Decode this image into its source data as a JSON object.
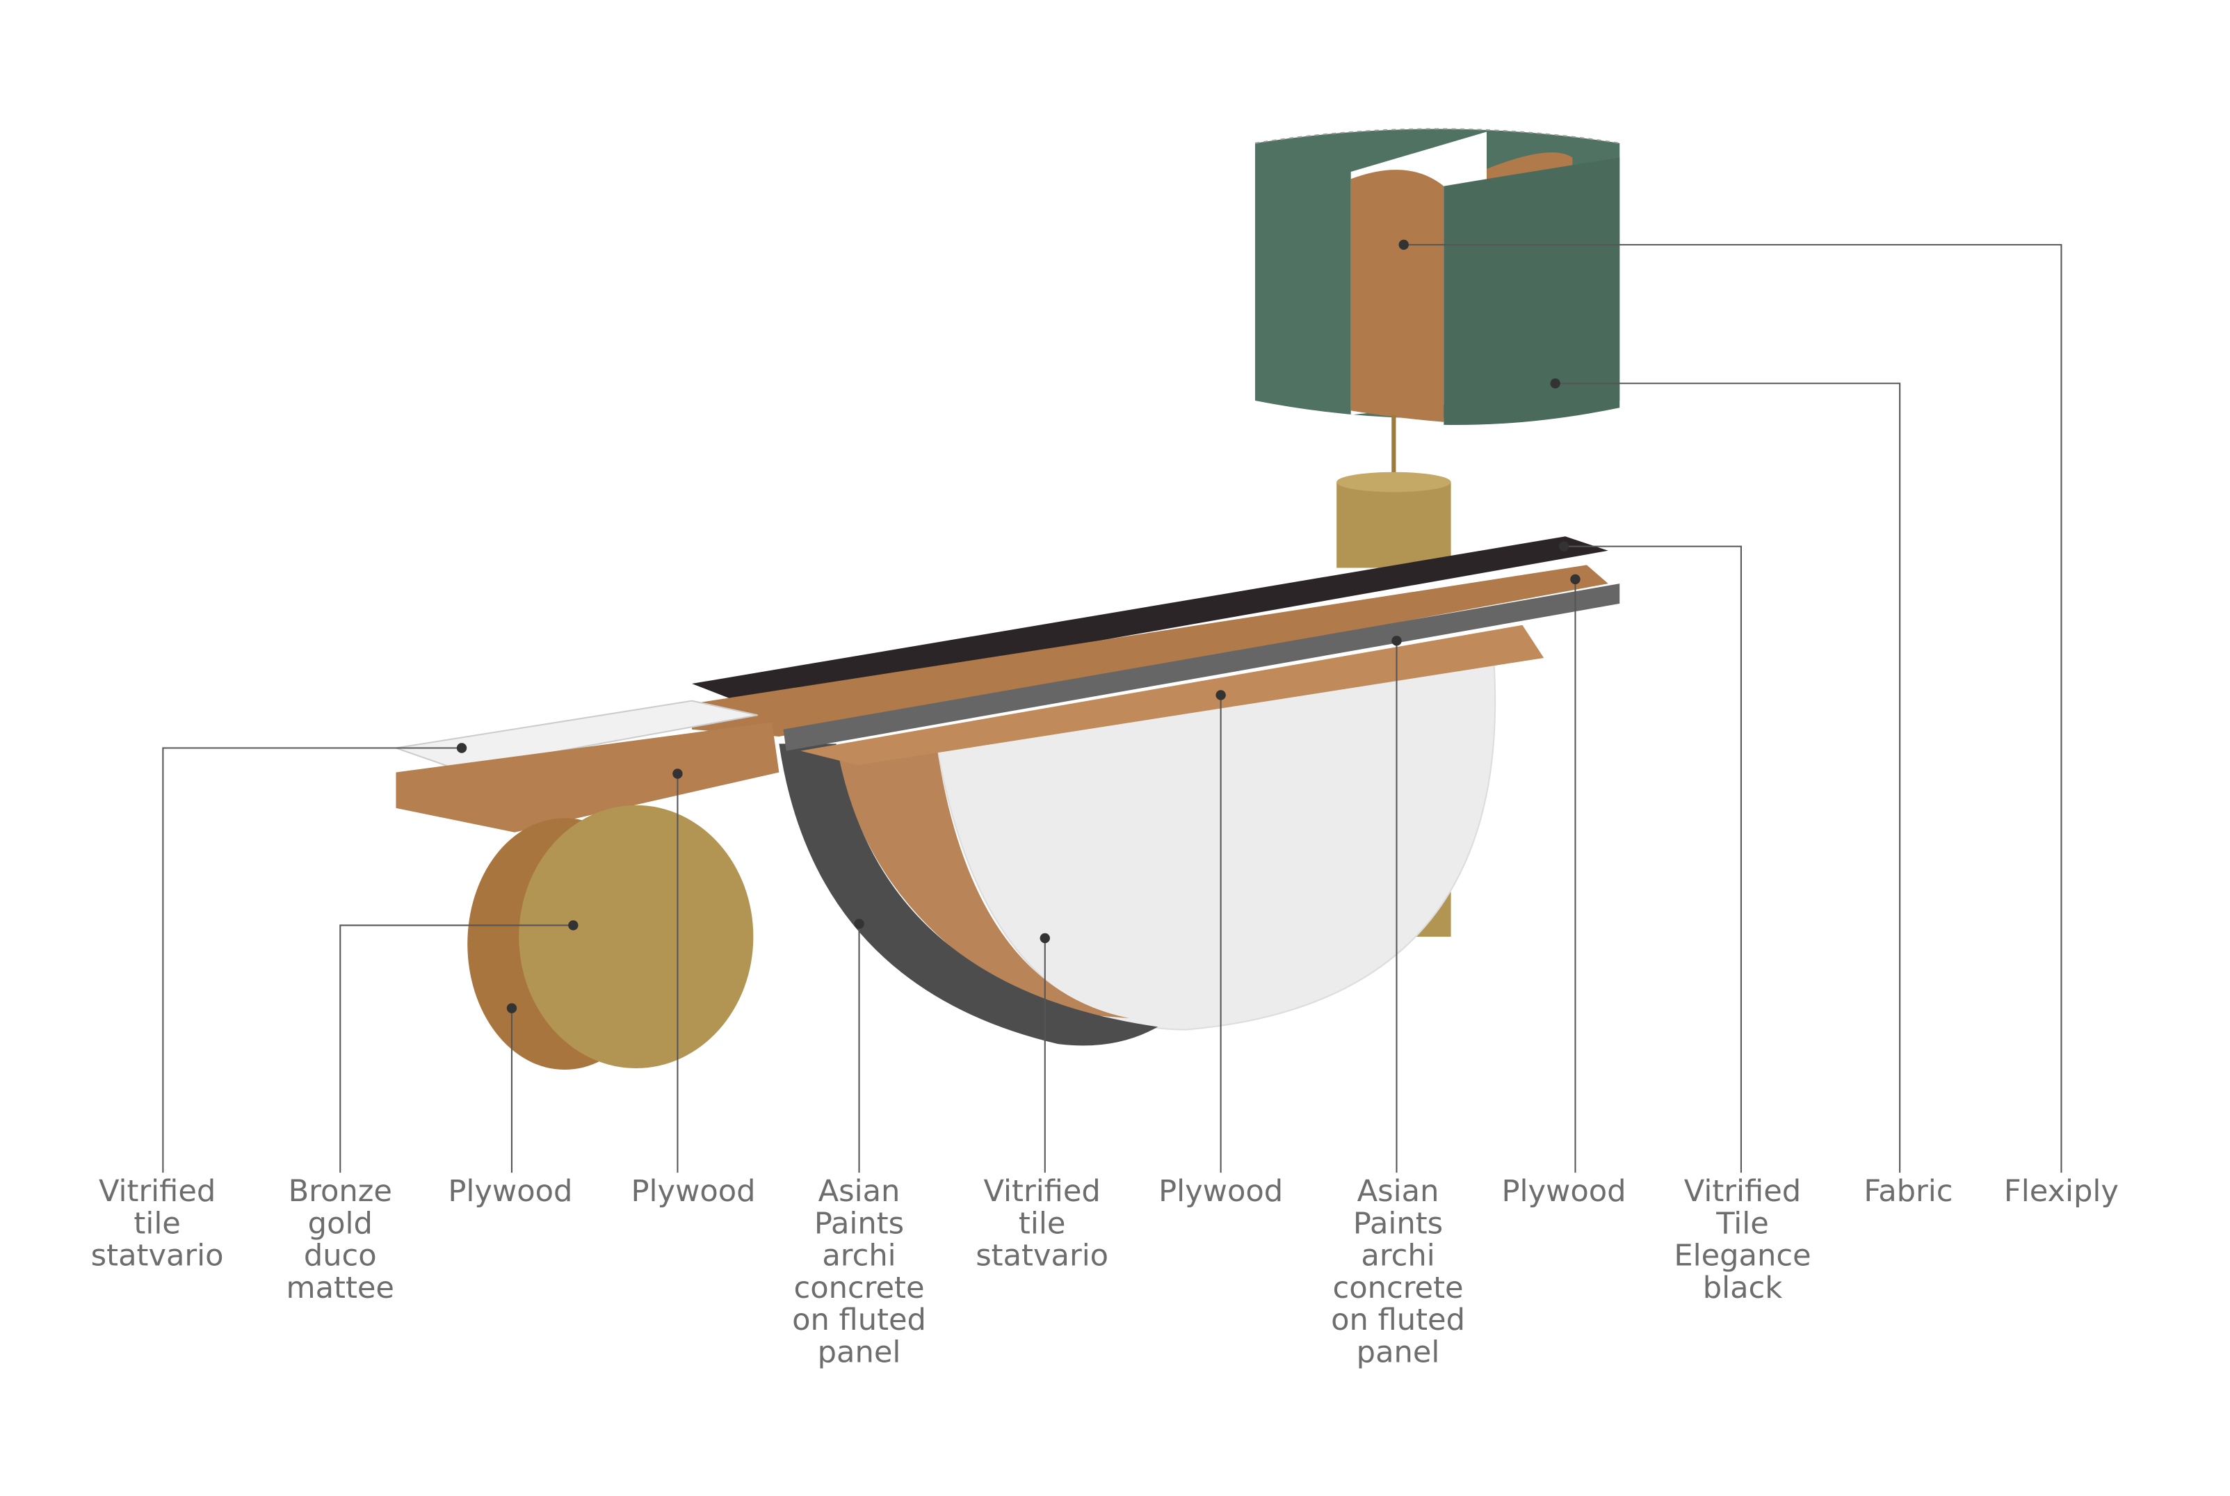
{
  "labels": [
    {
      "lines": [
        "Vitrified",
        "tile",
        "statvario"
      ]
    },
    {
      "lines": [
        "Bronze",
        "gold",
        "duco",
        "mattee"
      ]
    },
    {
      "lines": [
        "Plywood"
      ]
    },
    {
      "lines": [
        "Plywood"
      ]
    },
    {
      "lines": [
        "Asian",
        "Paints",
        "archi",
        "concrete",
        "on fluted",
        "panel"
      ]
    },
    {
      "lines": [
        "Vitrified",
        "tile",
        "statvario"
      ]
    },
    {
      "lines": [
        "Plywood"
      ]
    },
    {
      "lines": [
        "Asian",
        "Paints",
        "archi",
        "concrete",
        "on fluted",
        "panel"
      ]
    },
    {
      "lines": [
        "Plywood"
      ]
    },
    {
      "lines": [
        "Vitrified",
        "Tile",
        "Elegance",
        "black"
      ]
    },
    {
      "lines": [
        "Fabric"
      ]
    },
    {
      "lines": [
        "Flexiply"
      ]
    }
  ],
  "colors": {
    "plywood": "#b07a4a",
    "fabric": "#4f7262",
    "gold": "#b39553",
    "black_tile": "#2b2527",
    "fluted": "#5a5a5a",
    "marble": "#eeeeee"
  }
}
